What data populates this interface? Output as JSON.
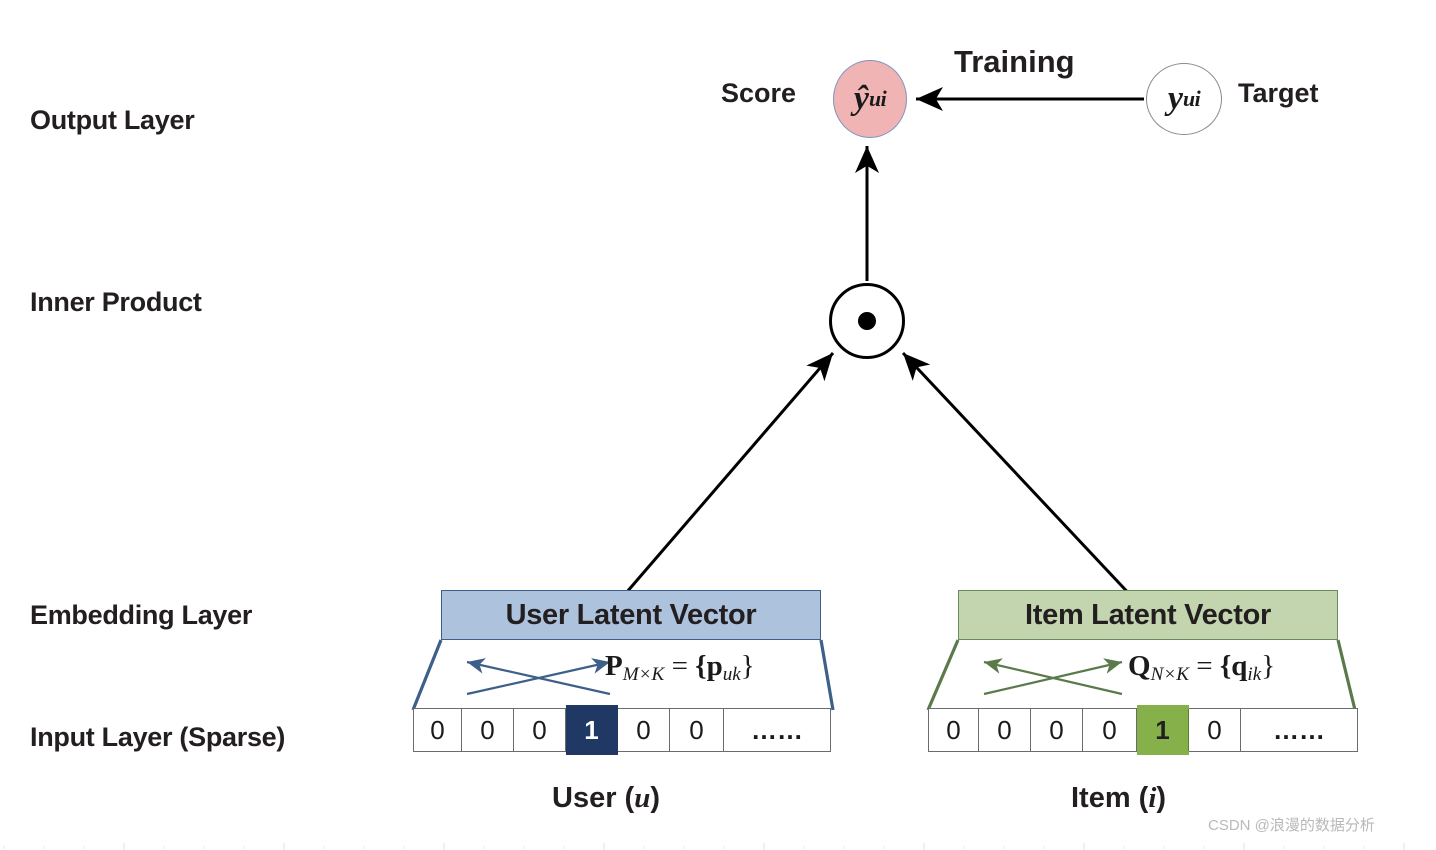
{
  "diagram": {
    "title": "Generalized Matrix Factorization (GMF) architecture",
    "row_labels": {
      "output": "Output Layer",
      "inner_product": "Inner Product",
      "embedding": "Embedding Layer",
      "input": "Input Layer (Sparse)"
    },
    "output_layer": {
      "score_label": "Score",
      "score_node": {
        "symbol": "ŷ",
        "subscript": "ui",
        "fill": "#f1b4b4",
        "stroke": "#7f94bd"
      },
      "training_label": "Training",
      "target_node": {
        "symbol": "y",
        "subscript": "ui",
        "fill": "#ffffff",
        "stroke": "#8a8a8a"
      },
      "target_label": "Target"
    },
    "inner_product_node": {
      "icon": "dot-product-circle",
      "stroke": "#000000",
      "dot_fill": "#000000"
    },
    "towers": [
      {
        "side": "user",
        "header_label": "User Latent Vector",
        "header_fill": "#adc2dd",
        "header_stroke": "#3d5f8a",
        "matrix": {
          "symbol": "P",
          "dims": "M×K",
          "equals": "=",
          "set": "{p",
          "set_sub": "uk",
          "set_close": "}"
        },
        "accent": "#3d5f8a",
        "cells": [
          "0",
          "0",
          "0",
          "1",
          "0",
          "0",
          "……"
        ],
        "hot_index": 3,
        "hot_fill": "#1f3864",
        "hot_text": "#ffffff",
        "caption": "User (",
        "caption_var": "u",
        "caption_close": ")"
      },
      {
        "side": "item",
        "header_label": "Item Latent Vector",
        "header_fill": "#c3d5af",
        "header_stroke": "#6b8a5a",
        "matrix": {
          "symbol": "Q",
          "dims": "N×K",
          "equals": "=",
          "set": "{q",
          "set_sub": "ik",
          "set_close": "}"
        },
        "accent": "#5b7a4b",
        "cells": [
          "0",
          "0",
          "0",
          "0",
          "1",
          "0",
          "……"
        ],
        "hot_index": 4,
        "hot_fill": "#86b049",
        "hot_text": "#231f20",
        "caption": "Item (",
        "caption_var": "i",
        "caption_close": ")"
      }
    ],
    "watermark": "CSDN @浪漫的数据分析"
  }
}
